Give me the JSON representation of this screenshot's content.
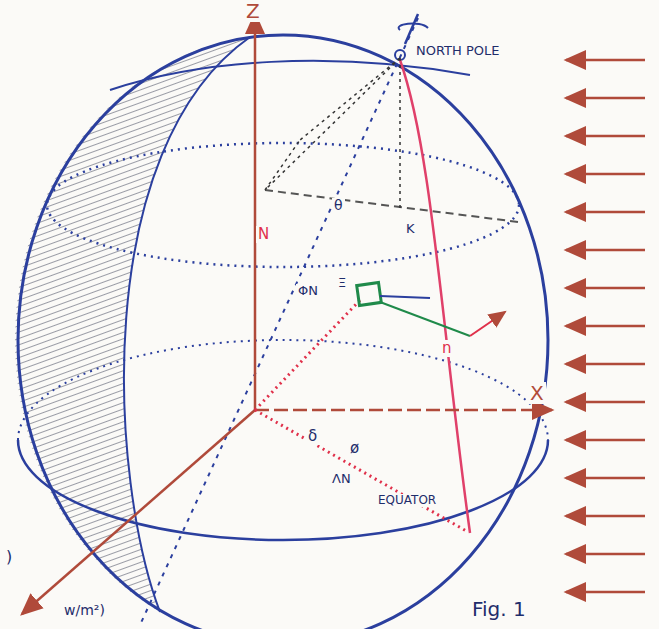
{
  "diagram": {
    "caption": "Fig. 1",
    "labels": [
      "Z",
      "NORTH POLE",
      "X",
      "EQUATOR",
      "θ",
      "K",
      "ΦN",
      "Ξ",
      "δ",
      "ø",
      "ΛN",
      "N",
      "n",
      ")",
      "w/m²)"
    ]
  }
}
